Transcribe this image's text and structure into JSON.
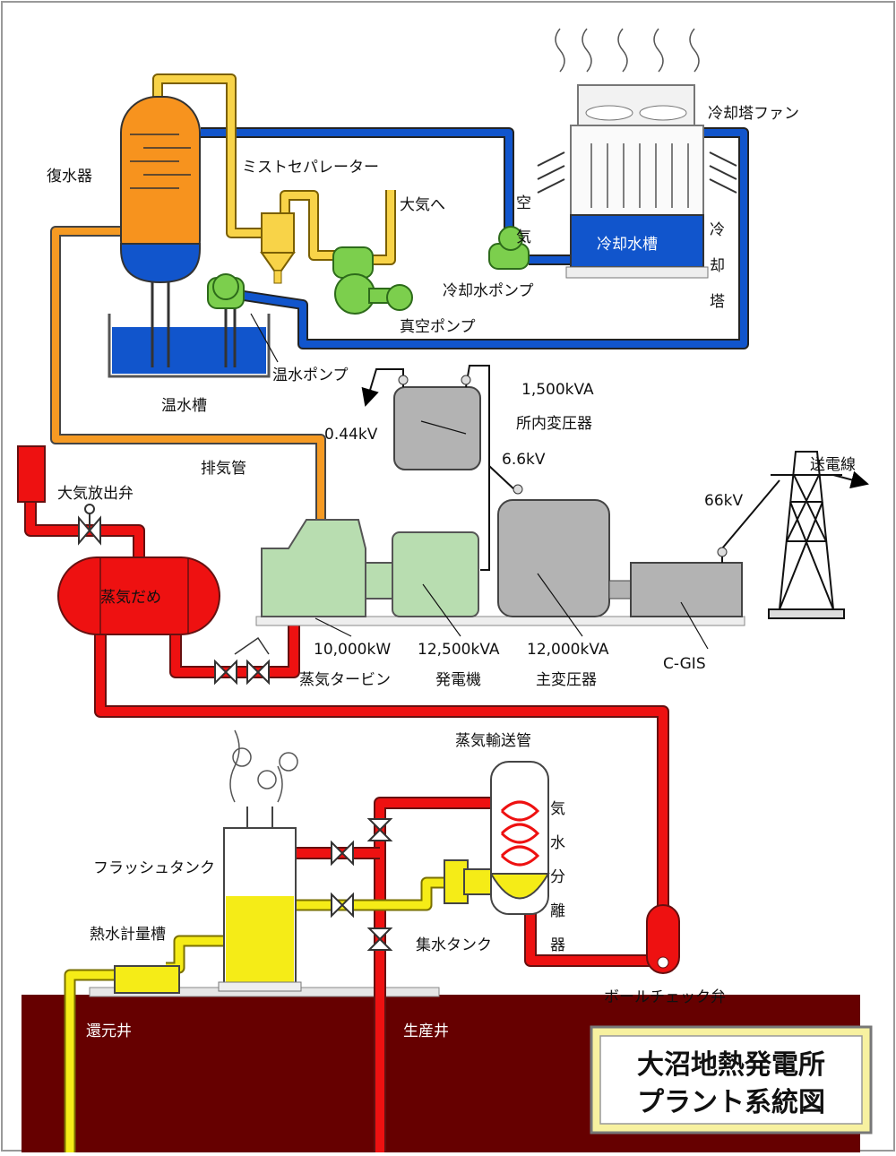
{
  "labels": {
    "condenser": "復水器",
    "mist_separator": "ミストセパレーター",
    "to_atmosphere": "大気へ",
    "cooling_tower_fan": "冷却塔ファン",
    "air_1": "空",
    "air_2": "気",
    "cooling_basin": "冷却水槽",
    "cooling_tower_v": [
      "冷",
      "却",
      "塔"
    ],
    "cooling_water_pump": "冷却水ポンプ",
    "vacuum_pump": "真空ポンプ",
    "hot_water_pump": "温水ポンプ",
    "hot_well": "温水槽",
    "house_transformer_rating": "1,500kVA",
    "house_transformer": "所内変圧器",
    "v_044": "0.44kV",
    "v_66": "6.6kV",
    "exhaust_pipe": "排気管",
    "atm_release_valve": "大気放出弁",
    "transmission_line": "送電線",
    "v_66kv": "66kV",
    "steam_header": "蒸気だめ",
    "turbine_rating": "10,000kW",
    "generator_rating": "12,500kVA",
    "main_transformer_rating": "12,000kVA",
    "cgis": "C-GIS",
    "steam_turbine": "蒸気タービン",
    "generator": "発電機",
    "main_transformer": "主変圧器",
    "steam_pipeline": "蒸気輸送管",
    "separator_v": [
      "気",
      "水",
      "分",
      "離",
      "器"
    ],
    "flash_tank": "フラッシュタンク",
    "hot_water_meter_tank": "熱水計量槽",
    "collection_tank": "集水タンク",
    "ball_check_valve": "ボールチェック弁",
    "reinjection_well": "還元井",
    "production_well": "生産井"
  },
  "title": {
    "line1": "大沼地熱発電所",
    "line2": "プラント系統図"
  },
  "colors": {
    "steam_red": "#ee1111",
    "cooling_blue": "#1155cc",
    "hot_orange": "#f59a23",
    "condenser_orange": "#f7931e",
    "gas_yellow": "#f8d348",
    "brine_yellow": "#f5ec17",
    "equipment_green": "#b8ddb0",
    "pump_green": "#7ccf4d",
    "electrical_gray": "#b3b3b3",
    "ground_brown": "#660000",
    "title_panel": "#f7f1a0"
  }
}
